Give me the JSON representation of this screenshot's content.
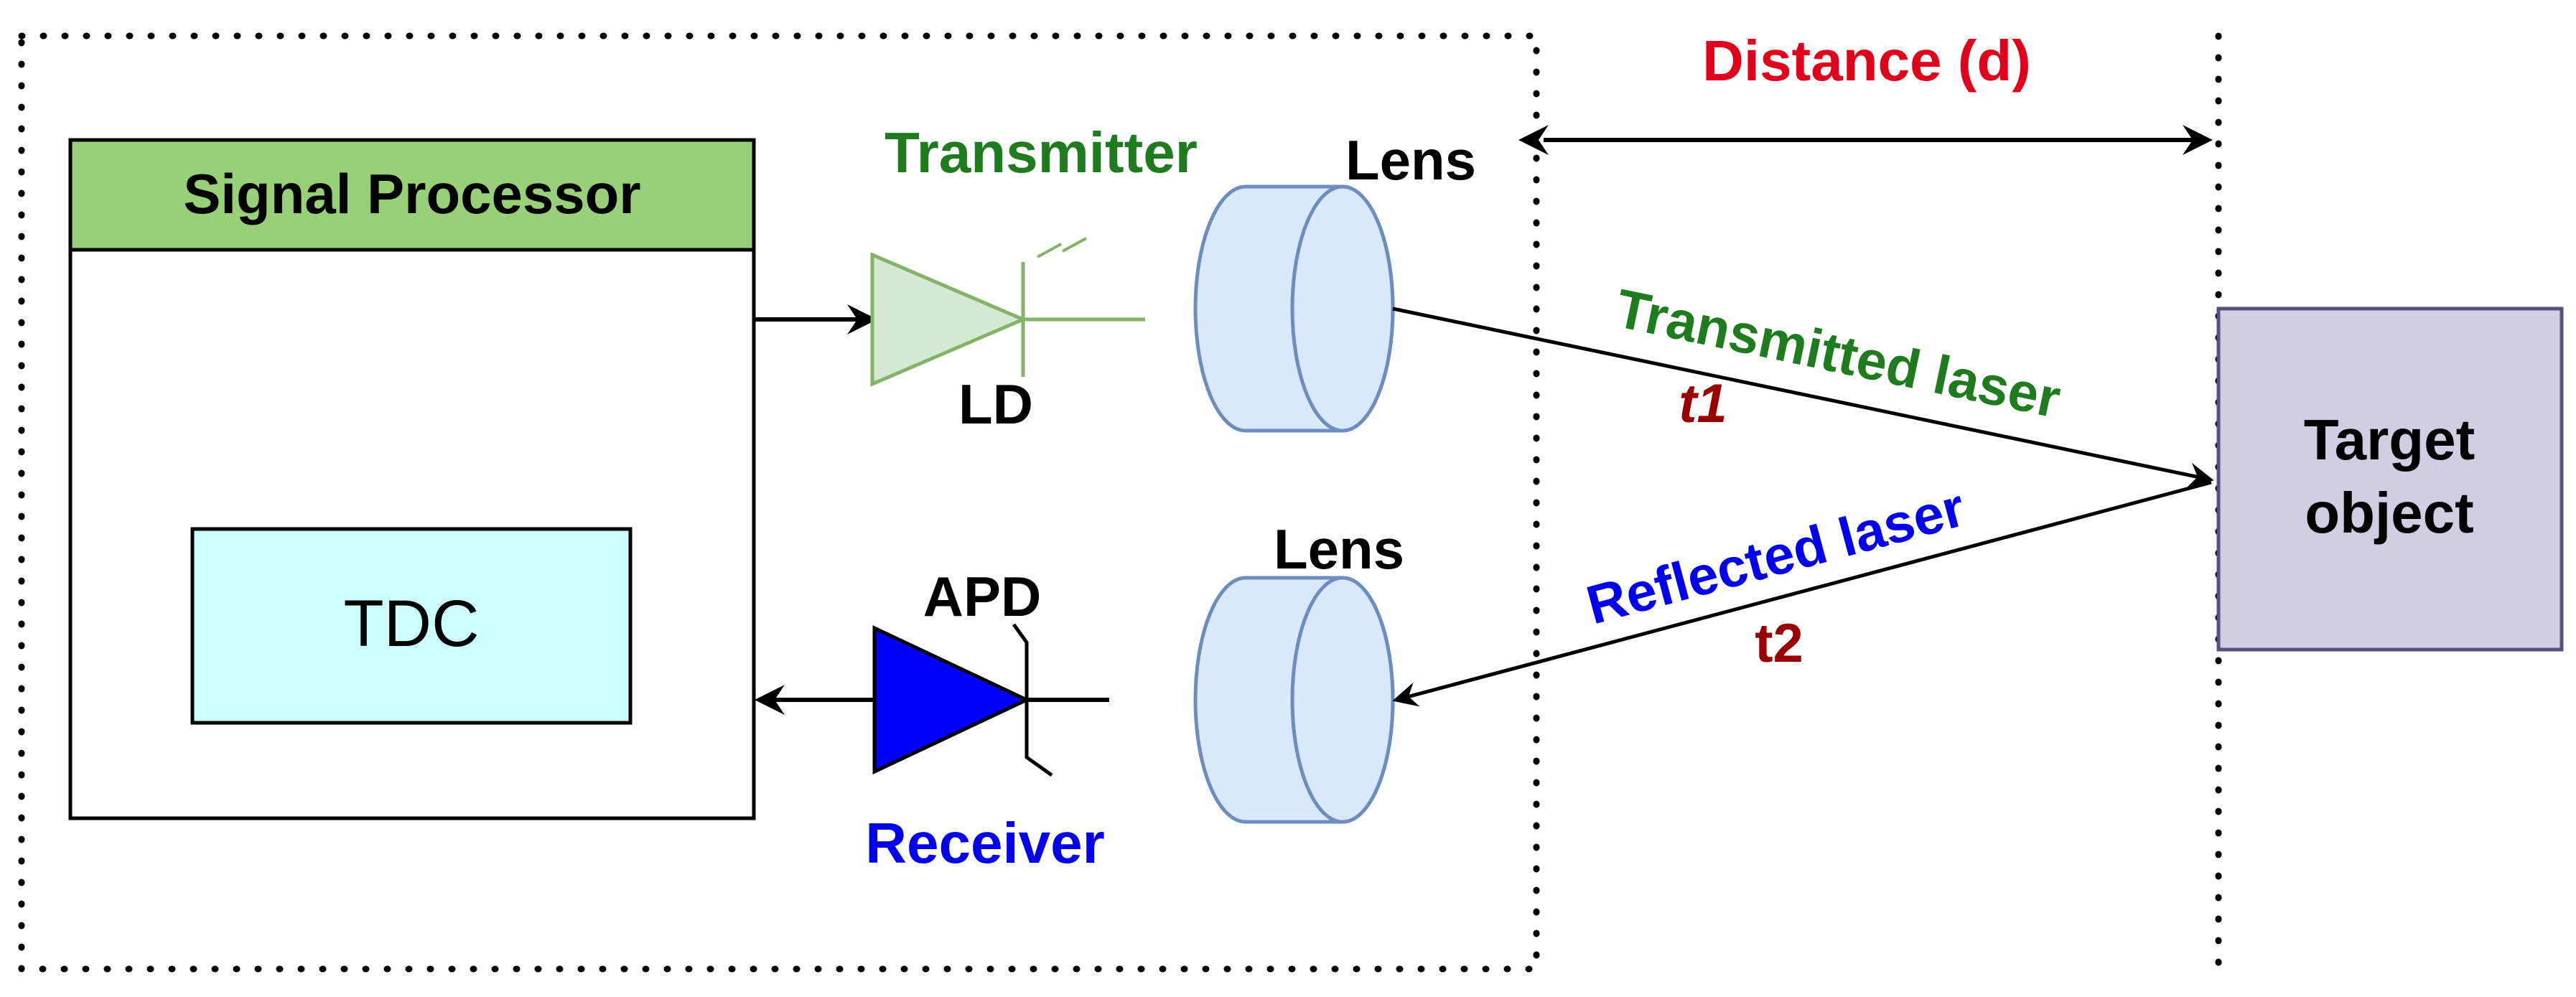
{
  "labels": {
    "signal_processor": "Signal Processor",
    "tdc": "TDC",
    "transmitter": "Transmitter",
    "ld": "LD",
    "lens_top": "Lens",
    "lens_bottom": "Lens",
    "apd": "APD",
    "receiver": "Receiver",
    "distance": "Distance (d)",
    "transmitted_laser": "Transmitted laser",
    "t1": "t1",
    "reflected_laser": "Reflected laser",
    "t2": "t2",
    "target_line1": "Target",
    "target_line2": "object"
  },
  "colors": {
    "processor_header": "#97d077",
    "tdc_fill": "#ccffff",
    "led_fill": "#d5e8d4",
    "led_stroke": "#82b366",
    "lens_fill": "#dae8fc",
    "lens_stroke": "#6c8ebf",
    "apd_fill": "#0000ff",
    "target_fill": "#d0cee2",
    "target_stroke": "#56517e",
    "green_text": "#1e7b1e",
    "red_text": "#e0001b",
    "dark_red_text": "#990000",
    "blue_text": "#0000ee"
  }
}
